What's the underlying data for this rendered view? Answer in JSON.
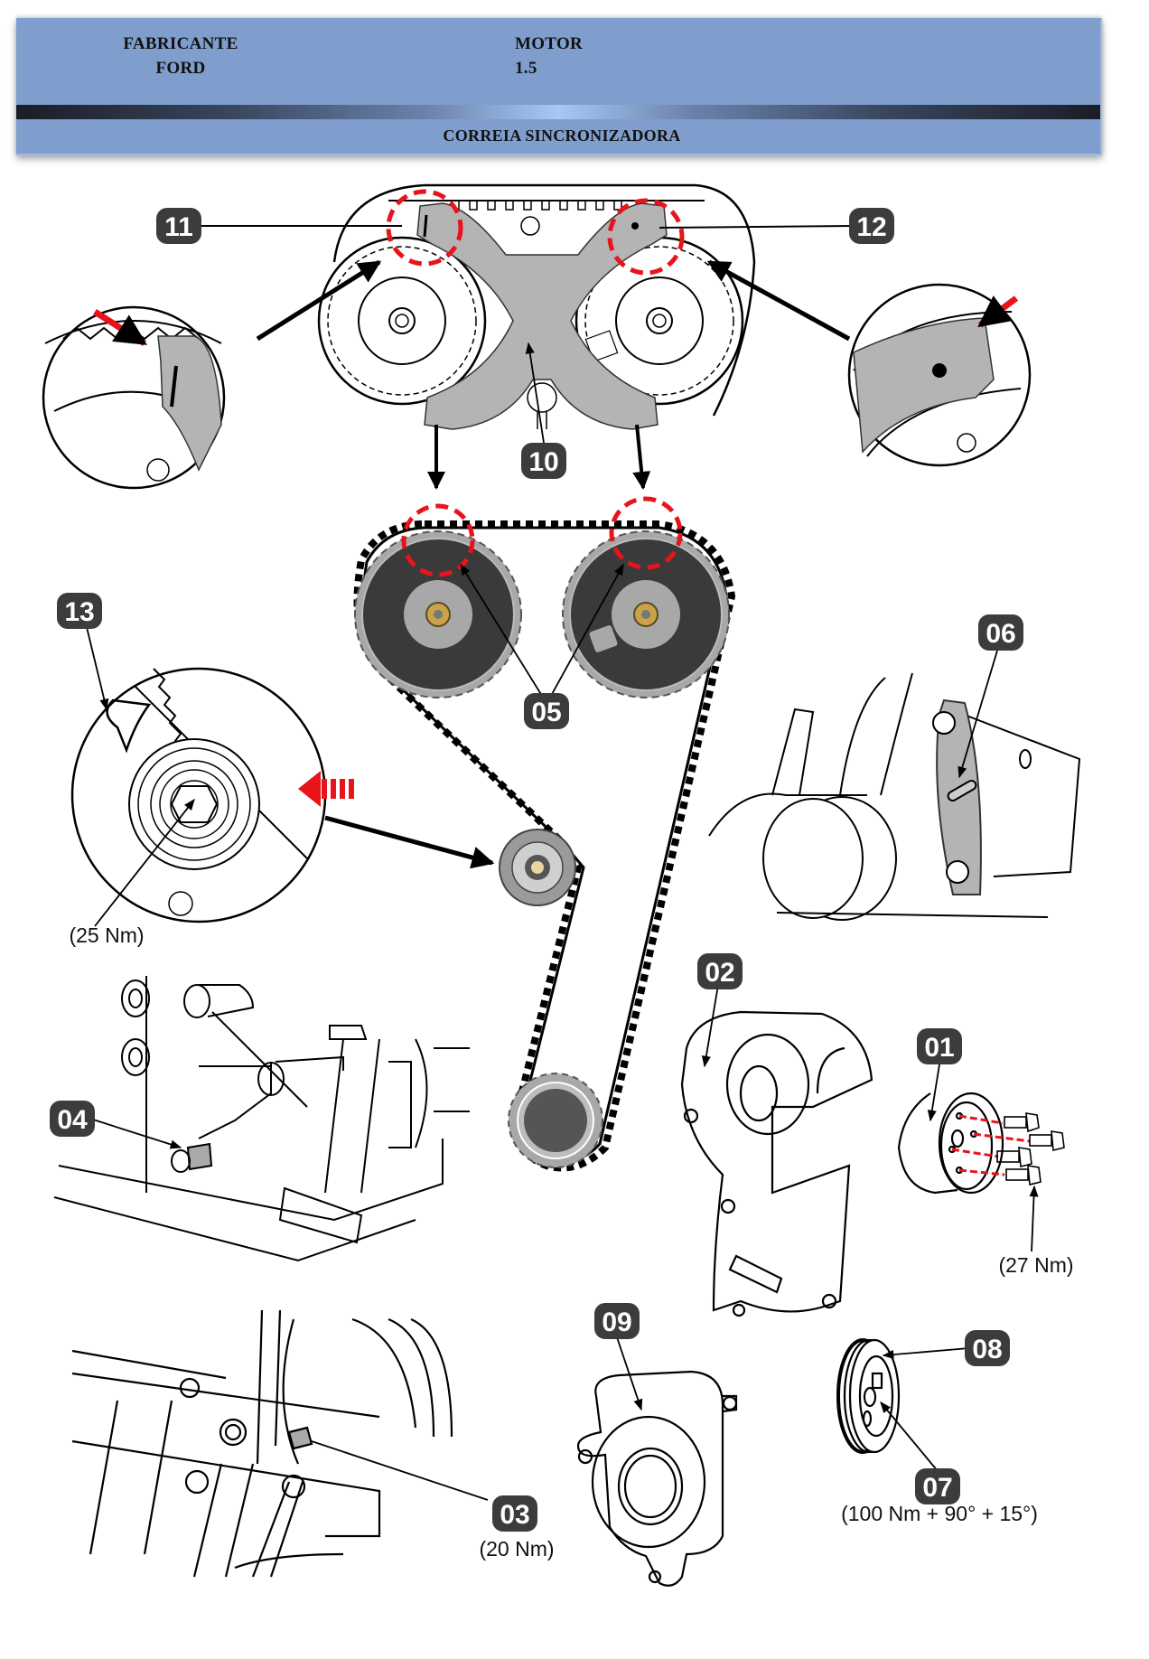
{
  "header": {
    "manufacturer_label": "FABRICANTE",
    "manufacturer_value": "FORD",
    "engine_label": "MOTOR",
    "engine_value": "1.5",
    "section_title": "CORREIA SINCRONIZADORA",
    "background_color": "#7f9ecd"
  },
  "callouts": {
    "c01": "01",
    "c02": "02",
    "c03": "03",
    "c04": "04",
    "c05": "05",
    "c06": "06",
    "c07": "07",
    "c08": "08",
    "c09": "09",
    "c10": "10",
    "c11": "11",
    "c12": "12",
    "c13": "13"
  },
  "torques": {
    "tensioner": "(25 Nm)",
    "water_pump_pulley": "(27 Nm)",
    "bolt_03": "(20 Nm)",
    "crank_bolt_07": "(100 Nm + 90° + 15°)"
  },
  "colors": {
    "badge": "#3c3c3c",
    "highlight_red": "#e8141c",
    "tool_gray": "#b4b4b4",
    "sprocket_dark": "#3a3a3a",
    "sprocket_light": "#a8a8a8"
  }
}
